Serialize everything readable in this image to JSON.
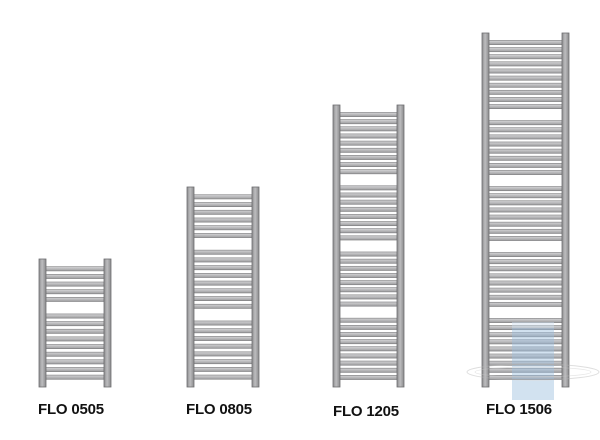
{
  "models": [
    {
      "label": "FLO 0505"
    },
    {
      "label": "FLO 0805"
    },
    {
      "label": "FLO 1205"
    },
    {
      "label": "FLO 1506"
    }
  ],
  "colors": {
    "rail": "#a4a4a6",
    "rail_stroke": "#6e6e70",
    "bar": "#c2c2c4",
    "bar_stroke": "#7a7a7c",
    "label": "#111111",
    "watermark": "#8fb3d6"
  },
  "watermark": {
    "icon": "logo-watermark-icon"
  }
}
